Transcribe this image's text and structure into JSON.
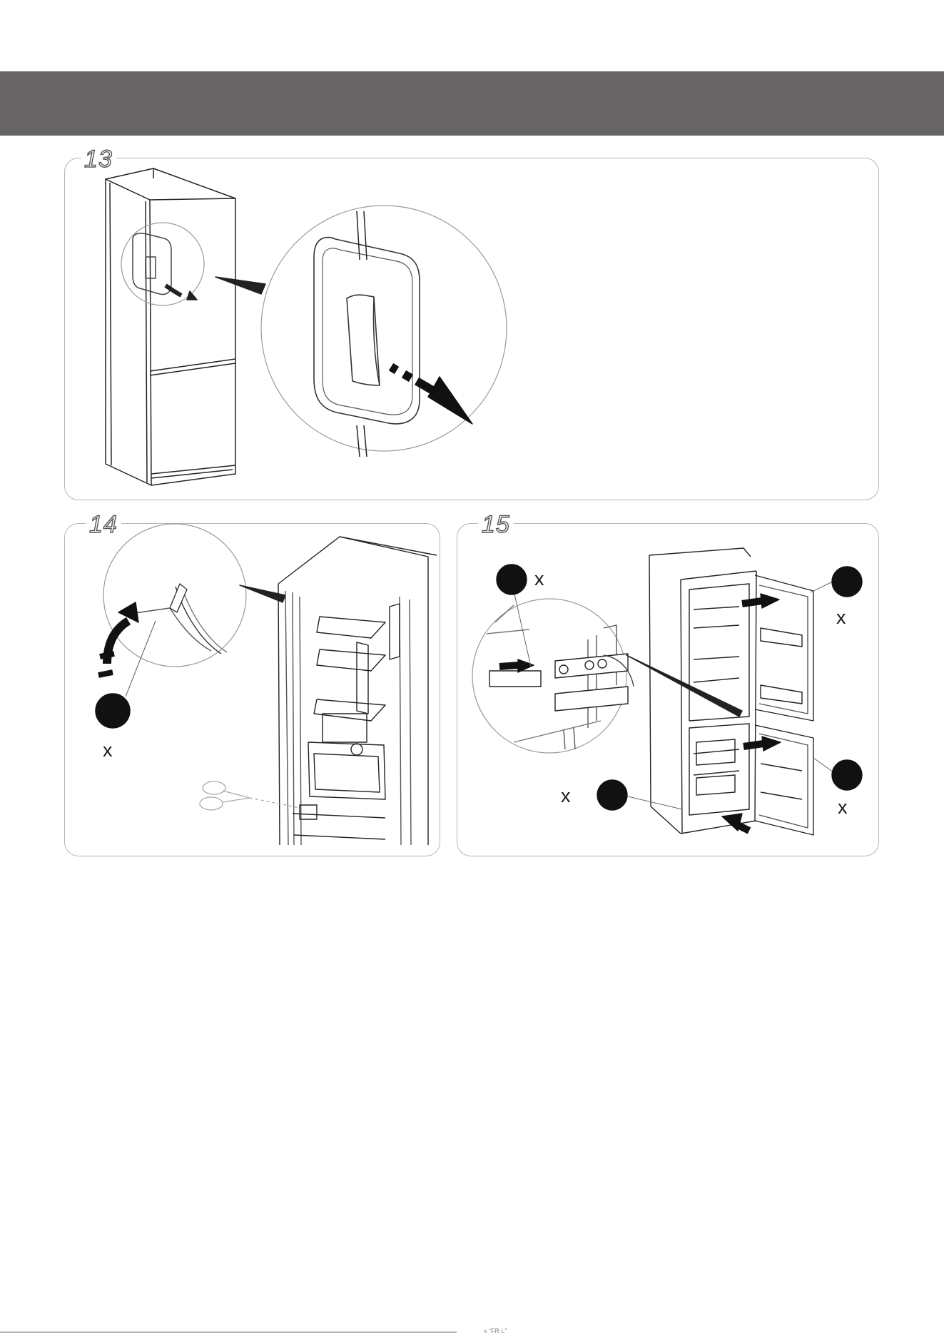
{
  "header": {
    "color": "#666465",
    "edge_color": "#f2e600"
  },
  "steps": [
    {
      "number": "13"
    },
    {
      "number": "14"
    },
    {
      "number": "15"
    }
  ],
  "step14": {
    "quantity_label": "x"
  },
  "step15": {
    "quantity_labels": [
      "x",
      "x",
      "x",
      "x"
    ]
  },
  "footer": {
    "text": "s  “FR  L”"
  }
}
